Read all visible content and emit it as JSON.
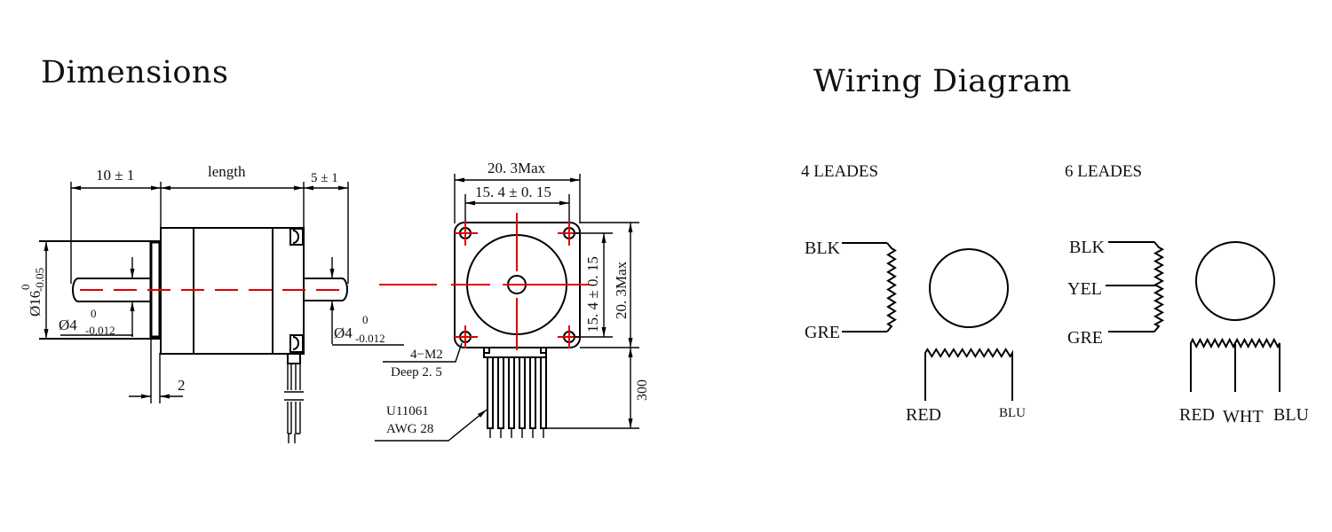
{
  "dimensions": {
    "title": "Dimensions",
    "side_view": {
      "front_shaft_length": "10 ± 1",
      "body_length": "length",
      "rear_shaft_length": "5 ± 1",
      "boss_diameter_main": "Ø16",
      "boss_diameter_tol_upper": "0",
      "boss_diameter_tol_lower": "-0.05",
      "front_shaft_diameter_main": "Ø4",
      "front_shaft_tol_upper": "0",
      "front_shaft_tol_lower": "-0.012",
      "rear_shaft_diameter_main": "Ø4",
      "rear_shaft_tol_upper": "0",
      "rear_shaft_tol_lower": "-0.012",
      "flange_thickness": "2"
    },
    "front_view": {
      "overall_width": "20. 3Max",
      "hole_spacing_h": "15. 4 ± 0. 15",
      "hole_spacing_v": "15. 4 ± 0. 15",
      "overall_height": "20. 3Max",
      "mount_holes_line1": "4−M2",
      "mount_holes_line2": "Deep 2. 5",
      "lead_length": "300",
      "wire_spec_line1": "U11061",
      "wire_spec_line2": "AWG 28",
      "lead_count": 6
    }
  },
  "wiring": {
    "title": "Wiring Diagram",
    "four_leads": {
      "title": "4  LEADES",
      "coil_a": [
        "BLK",
        "GRE"
      ],
      "coil_b": [
        "RED",
        "BLU"
      ]
    },
    "six_leads": {
      "title": "6  LEADES",
      "coil_a": [
        "BLK",
        "YEL",
        "GRE"
      ],
      "coil_b": [
        "RED",
        "WHT",
        "BLU"
      ]
    }
  },
  "colors": {
    "line": "#000000",
    "centerline": "#e00000",
    "background": "#ffffff"
  }
}
